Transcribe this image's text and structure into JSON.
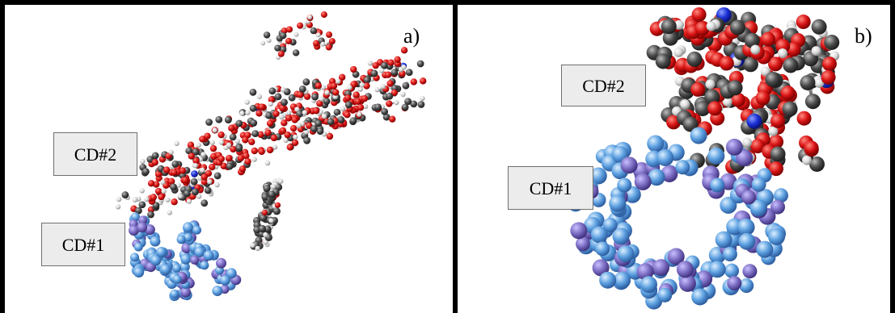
{
  "panels": {
    "a": {
      "label": "a)",
      "cd2_label": "CD#2",
      "cd1_label": "CD#1"
    },
    "b": {
      "label": "b)",
      "cd2_label": "CD#2",
      "cd1_label": "CD#1"
    }
  },
  "colors": {
    "frame": "#000000",
    "oxygen": "#d81414",
    "carbon": "#4a4a4a",
    "hydrogen": "#dcdcdc",
    "nitrogen": "#1a2fd6",
    "cd1_atom": "#5b9fe0",
    "cd1_shadow": "#7b6cc2",
    "label_box": "#ececec"
  }
}
